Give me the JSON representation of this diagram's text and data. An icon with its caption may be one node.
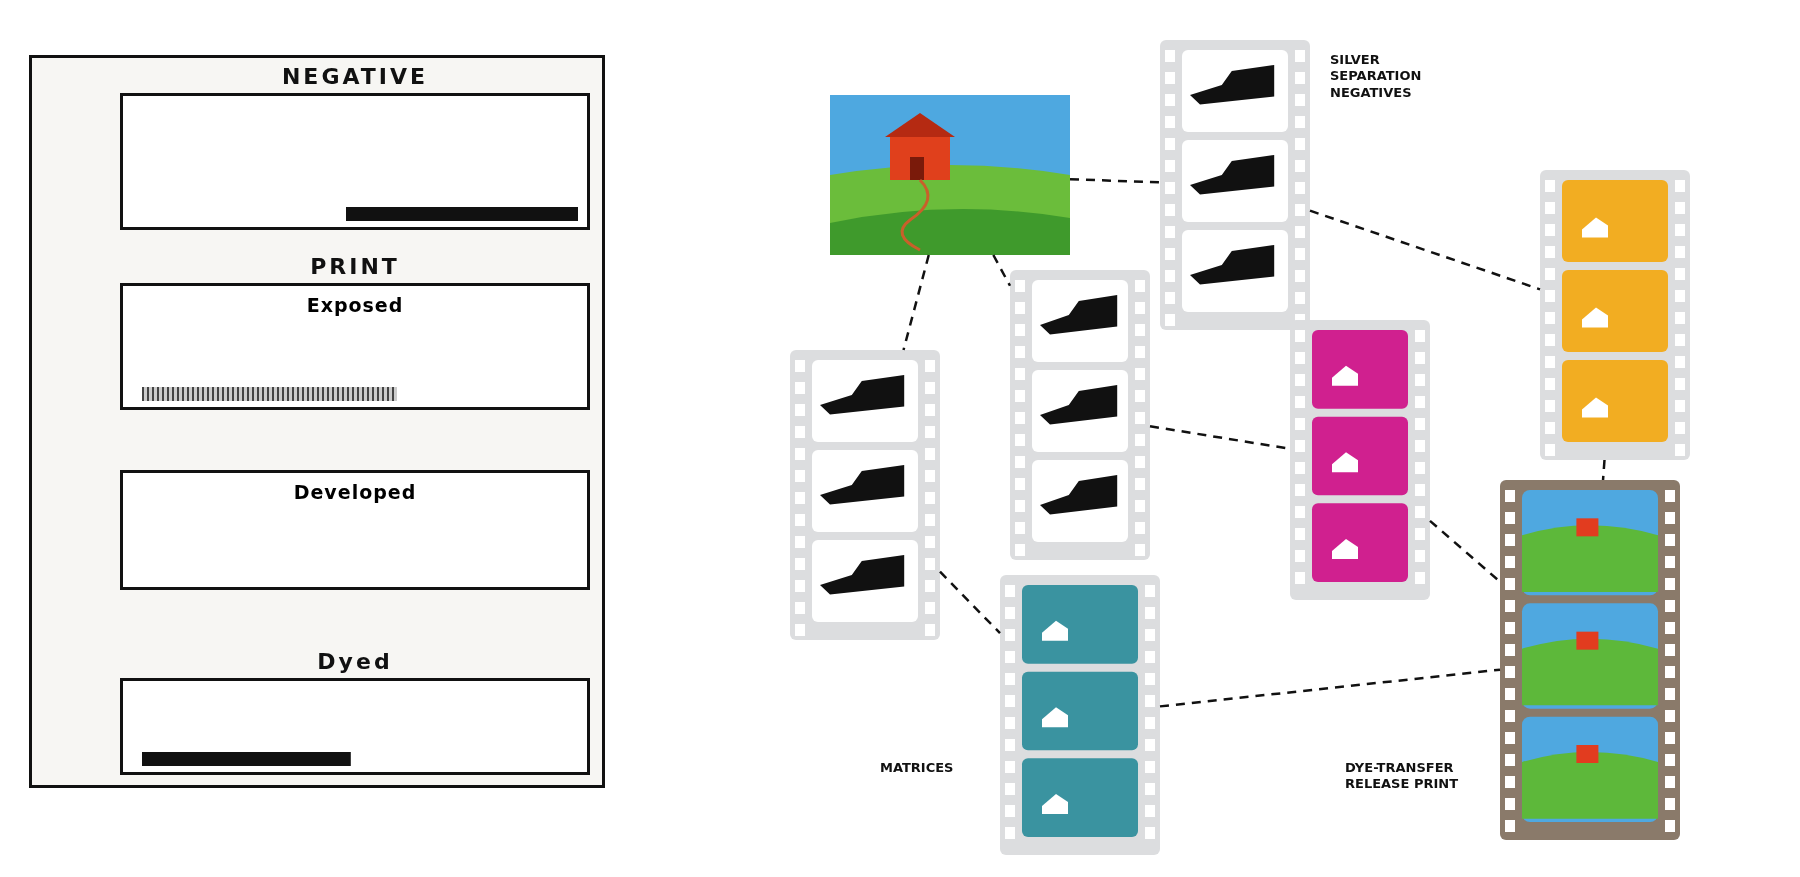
{
  "diagram": {
    "nodes": [
      {
        "text": [
          "NEGATIVE"
        ]
      },
      {
        "text": [
          "Exposed"
        ]
      },
      {
        "text": [
          "Developed"
        ]
      },
      {
        "text": [
          "Dyed"
        ]
      },
      {
        "text": [],
        "shape": "picture"
      },
      {
        "text": [],
        "shape": "picture",
        "beside": [
          "SILVER SEPARATION NEGATIVES"
        ]
      },
      {
        "text": [],
        "shape": "picture"
      },
      {
        "text": [],
        "shape": "picture"
      },
      {
        "text": [],
        "shape": "picture"
      },
      {
        "text": [],
        "shape": "picture"
      },
      {
        "text": [],
        "shape": "picture",
        "beside": [
          "MATRICES"
        ]
      },
      {
        "text": [],
        "shape": "picture",
        "beside": [
          "DYE-TRANSFER RELEASE PRINT"
        ]
      }
    ],
    "edges": [
      {
        "from": 4,
        "to": 5,
        "arrow": "none",
        "style": "dashed"
      },
      {
        "from": 4,
        "to": 6,
        "arrow": "none",
        "style": "dashed"
      },
      {
        "from": 4,
        "to": 7,
        "arrow": "none",
        "style": "dashed"
      },
      {
        "from": 5,
        "to": 8,
        "arrow": "none",
        "style": "dashed"
      },
      {
        "from": 6,
        "to": 9,
        "arrow": "none",
        "style": "dashed"
      },
      {
        "from": 7,
        "to": 10,
        "arrow": "none",
        "style": "dashed"
      },
      {
        "from": 8,
        "to": 11,
        "arrow": "none",
        "style": "dashed"
      },
      {
        "from": 9,
        "to": 11,
        "arrow": "none",
        "style": "dashed"
      },
      {
        "from": 10,
        "to": 11,
        "arrow": "none",
        "style": "dashed"
      }
    ],
    "labels": [
      "PRINT"
    ]
  }
}
